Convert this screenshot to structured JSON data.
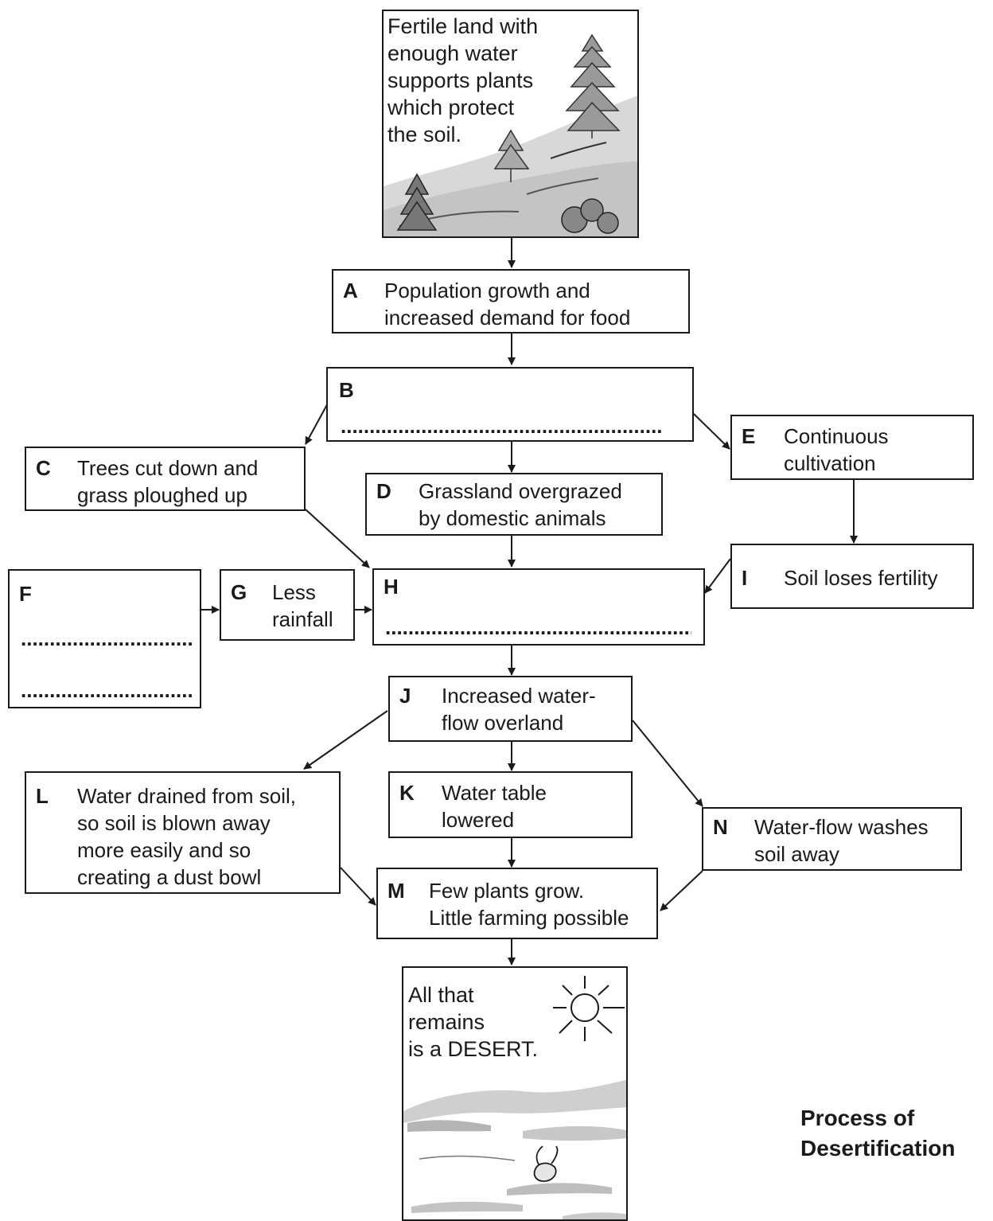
{
  "top_picture": {
    "lines": [
      "Fertile land with",
      "enough water",
      "supports plants",
      "which protect",
      "the soil."
    ]
  },
  "bottom_picture": {
    "lines": [
      "All that",
      "remains",
      "is a DESERT."
    ]
  },
  "boxes": {
    "A": {
      "label": "A",
      "lines": [
        "Population growth and",
        "increased demand for food"
      ]
    },
    "B": {
      "label": "B",
      "blank": "........................................................"
    },
    "C": {
      "label": "C",
      "lines": [
        "Trees cut down and",
        "grass ploughed up"
      ]
    },
    "D": {
      "label": "D",
      "lines": [
        "Grassland overgrazed",
        "by domestic animals"
      ]
    },
    "E": {
      "label": "E",
      "lines": [
        "Continuous",
        "cultivation"
      ]
    },
    "F": {
      "label": "F",
      "blank1": "...............................",
      "blank2": "..............................."
    },
    "G": {
      "label": "G",
      "lines": [
        "Less",
        "rainfall"
      ]
    },
    "H": {
      "label": "H",
      "blank": "........................................................"
    },
    "I": {
      "label": "I",
      "lines": [
        "Soil loses fertility"
      ]
    },
    "J": {
      "label": "J",
      "lines": [
        "Increased water-",
        "flow overland"
      ]
    },
    "K": {
      "label": "K",
      "lines": [
        "Water table",
        "lowered"
      ]
    },
    "L": {
      "label": "L",
      "lines": [
        "Water drained from soil,",
        "so soil is blown away",
        "more easily and so",
        "creating a dust bowl"
      ]
    },
    "M": {
      "label": "M",
      "lines": [
        "Few plants grow.",
        "Little farming possible"
      ]
    },
    "N": {
      "label": "N",
      "lines": [
        "Water-flow washes",
        "soil away"
      ]
    }
  },
  "caption": [
    "Process of",
    "Desertification"
  ]
}
